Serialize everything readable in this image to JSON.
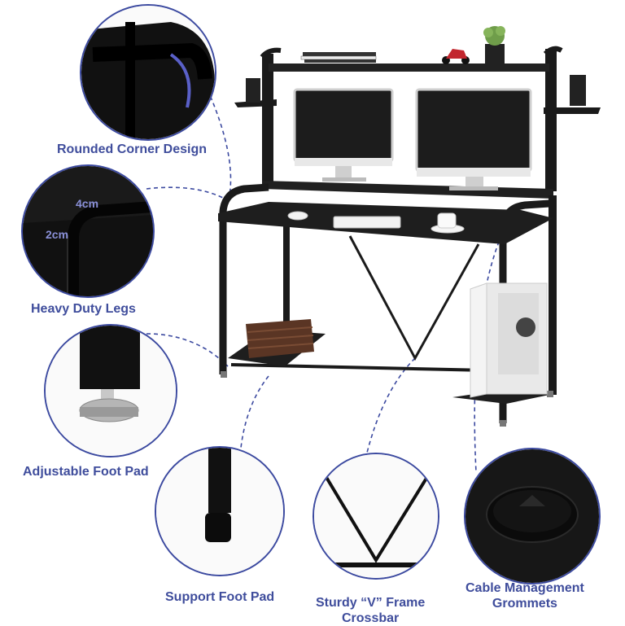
{
  "callouts": {
    "rounded_corner": "Rounded Corner Design",
    "heavy_duty_legs": "Heavy Duty Legs",
    "adjustable_foot_pad": "Adjustable Foot Pad",
    "support_foot_pad": "Support Foot Pad",
    "v_frame_line1": "Sturdy “V” Frame",
    "v_frame_line2": "Crossbar",
    "cable_line1": "Cable Management",
    "cable_line2": "Grommets"
  },
  "dimensions": {
    "width_mark": "4cm",
    "depth_mark": "2cm"
  },
  "colors": {
    "label": "#3f4d9c",
    "circle_border": "#3c4aa0",
    "desk_black": "#1a1a1a"
  }
}
